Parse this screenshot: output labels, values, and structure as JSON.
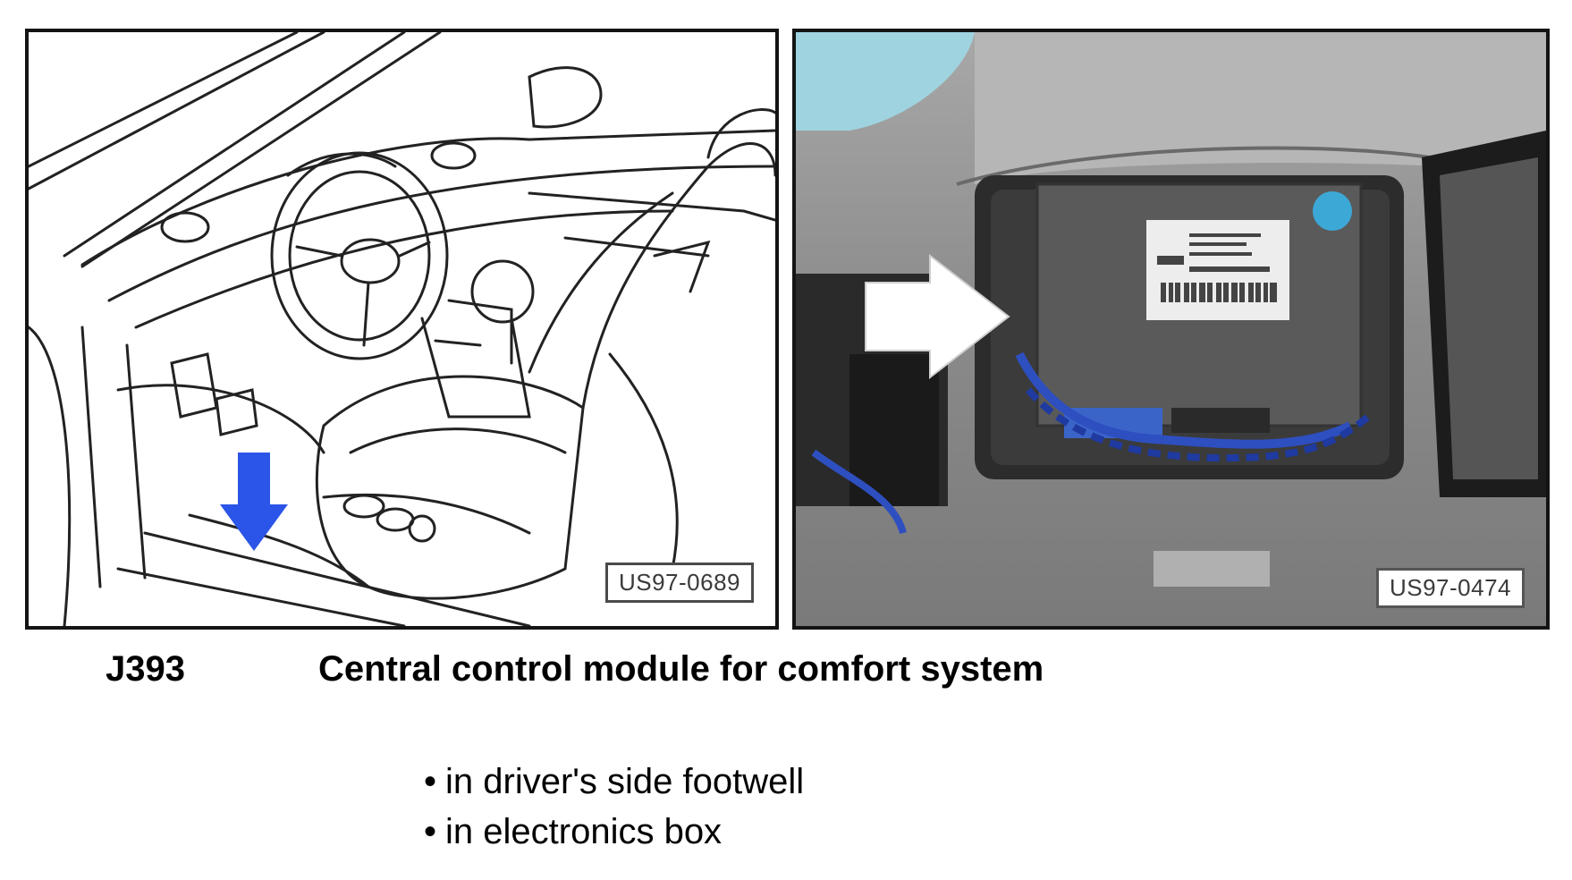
{
  "figures": [
    {
      "label": "US97-0689",
      "kind": "line-drawing"
    },
    {
      "label": "US97-0474",
      "kind": "photo"
    }
  ],
  "component": {
    "code": "J393",
    "name": "Central control module for comfort system"
  },
  "locations": [
    "in driver's side footwell",
    "in electronics box"
  ],
  "colors": {
    "arrow_blue": "#2b55e8",
    "frame": "#141414",
    "photo_bg": "#8e8e8e"
  },
  "icons": {
    "left_arrow": "arrow-down-icon",
    "right_arrow": "arrow-right-icon"
  }
}
